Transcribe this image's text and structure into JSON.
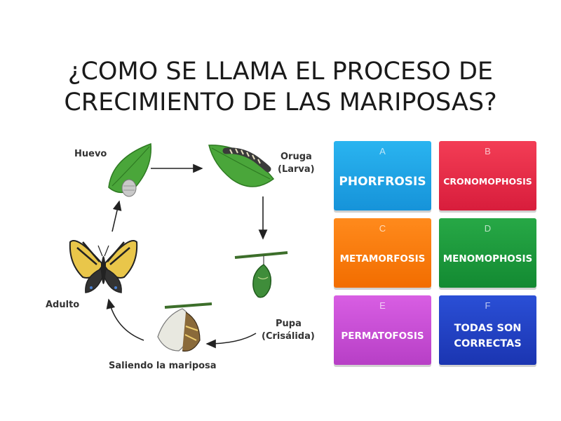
{
  "question": {
    "line1": "¿COMO SE LLAMA EL PROCESO DE",
    "line2": "CRECIMIENTO DE LAS MARIPOSAS?"
  },
  "diagram": {
    "labels": {
      "egg": "Huevo",
      "larva_1": "Oruga",
      "larva_2": "(Larva)",
      "pupa_1": "Pupa",
      "pupa_2": "(Crisálida)",
      "emerging": "Saliendo la mariposa",
      "adult": "Adulto"
    }
  },
  "answers": [
    {
      "letter": "A",
      "text": "PHORFROSIS",
      "color": "#1aa3e6"
    },
    {
      "letter": "B",
      "text": "CRONOMOPHOSIS",
      "color": "#e52848"
    },
    {
      "letter": "C",
      "text": "METAMORFOSIS",
      "color": "#f57a0c"
    },
    {
      "letter": "D",
      "text": "MENOMOPHOSIS",
      "color": "#1d9a3c"
    },
    {
      "letter": "E",
      "text": "PERMATOFOSIS",
      "color": "#c74ed3"
    },
    {
      "letter": "F",
      "text": "TODAS SON CORRECTAS",
      "color": "#2241c4"
    }
  ]
}
